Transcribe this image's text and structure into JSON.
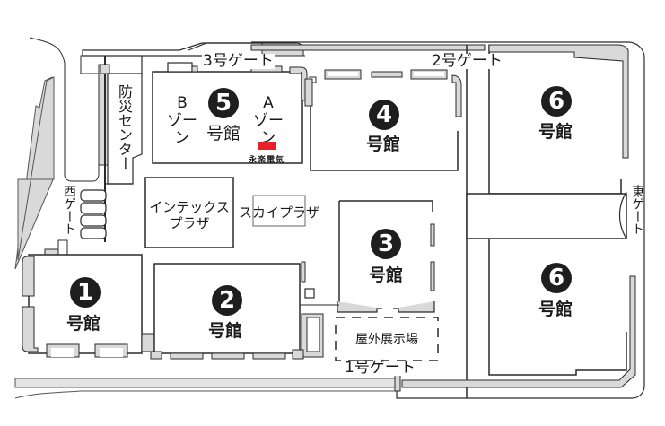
{
  "map": {
    "colors": {
      "line": "#2a2a2a",
      "wall_fill": "#d9d9d9",
      "background": "#ffffff",
      "booth_marker": "#e8202a",
      "hall_badge": "#1e1e1e"
    },
    "halls": [
      {
        "id": "1",
        "number": "1",
        "label": "号館"
      },
      {
        "id": "2",
        "number": "2",
        "label": "号館"
      },
      {
        "id": "3",
        "number": "3",
        "label": "号館"
      },
      {
        "id": "4",
        "number": "4",
        "label": "号館"
      },
      {
        "id": "5",
        "number": "5",
        "label": "号館",
        "zones": [
          {
            "letter": "B",
            "label": "ゾーン"
          },
          {
            "letter": "A",
            "label": "ゾーン"
          }
        ]
      },
      {
        "id": "6-north",
        "number": "6",
        "label": "号館"
      },
      {
        "id": "6-south",
        "number": "6",
        "label": "号館"
      }
    ],
    "gates": {
      "gate1": "1号ゲート",
      "gate2": "2号ゲート",
      "gate3": "3号ゲート",
      "west": "西ゲート",
      "east": "東ゲート"
    },
    "facilities": {
      "disaster_center": "防災センター",
      "intex_plaza_line1": "インテックス",
      "intex_plaza_line2": "プラザ",
      "sky_plaza": "スカイプラザ",
      "outdoor_exhibition": "屋外展示場"
    },
    "booth": {
      "label": "永楽電気",
      "hall": "5",
      "zone": "A"
    }
  }
}
